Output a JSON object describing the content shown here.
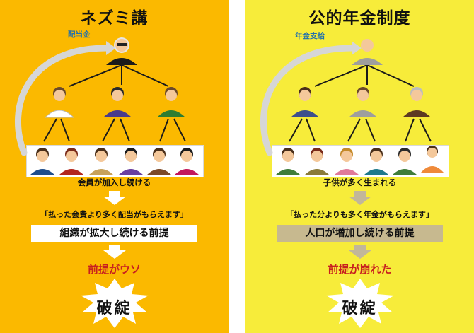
{
  "ponzi": {
    "title": "ネズミ講",
    "return_tag": "配当金",
    "caption": "会員が加入し続ける",
    "quote": "「払った会費より多く配当がもらえます」",
    "premise": "組織が拡大し続ける前提",
    "verdict": "前提がウソ",
    "collapse": "破綻",
    "colors": {
      "background": "#fbb900",
      "tag": "#1f6fae",
      "verdict": "#c8201f"
    }
  },
  "pension": {
    "title": "公的年金制度",
    "return_tag": "年金支給",
    "caption": "子供が多く生まれる",
    "quote": "「払った分よりも多く年金がもらえます」",
    "premise": "人口が増加し続ける前提",
    "verdict": "前提が崩れた",
    "collapse": "破綻",
    "colors": {
      "background": "#f7ec3a",
      "tag": "#1f6fae",
      "verdict": "#c8201f"
    }
  }
}
